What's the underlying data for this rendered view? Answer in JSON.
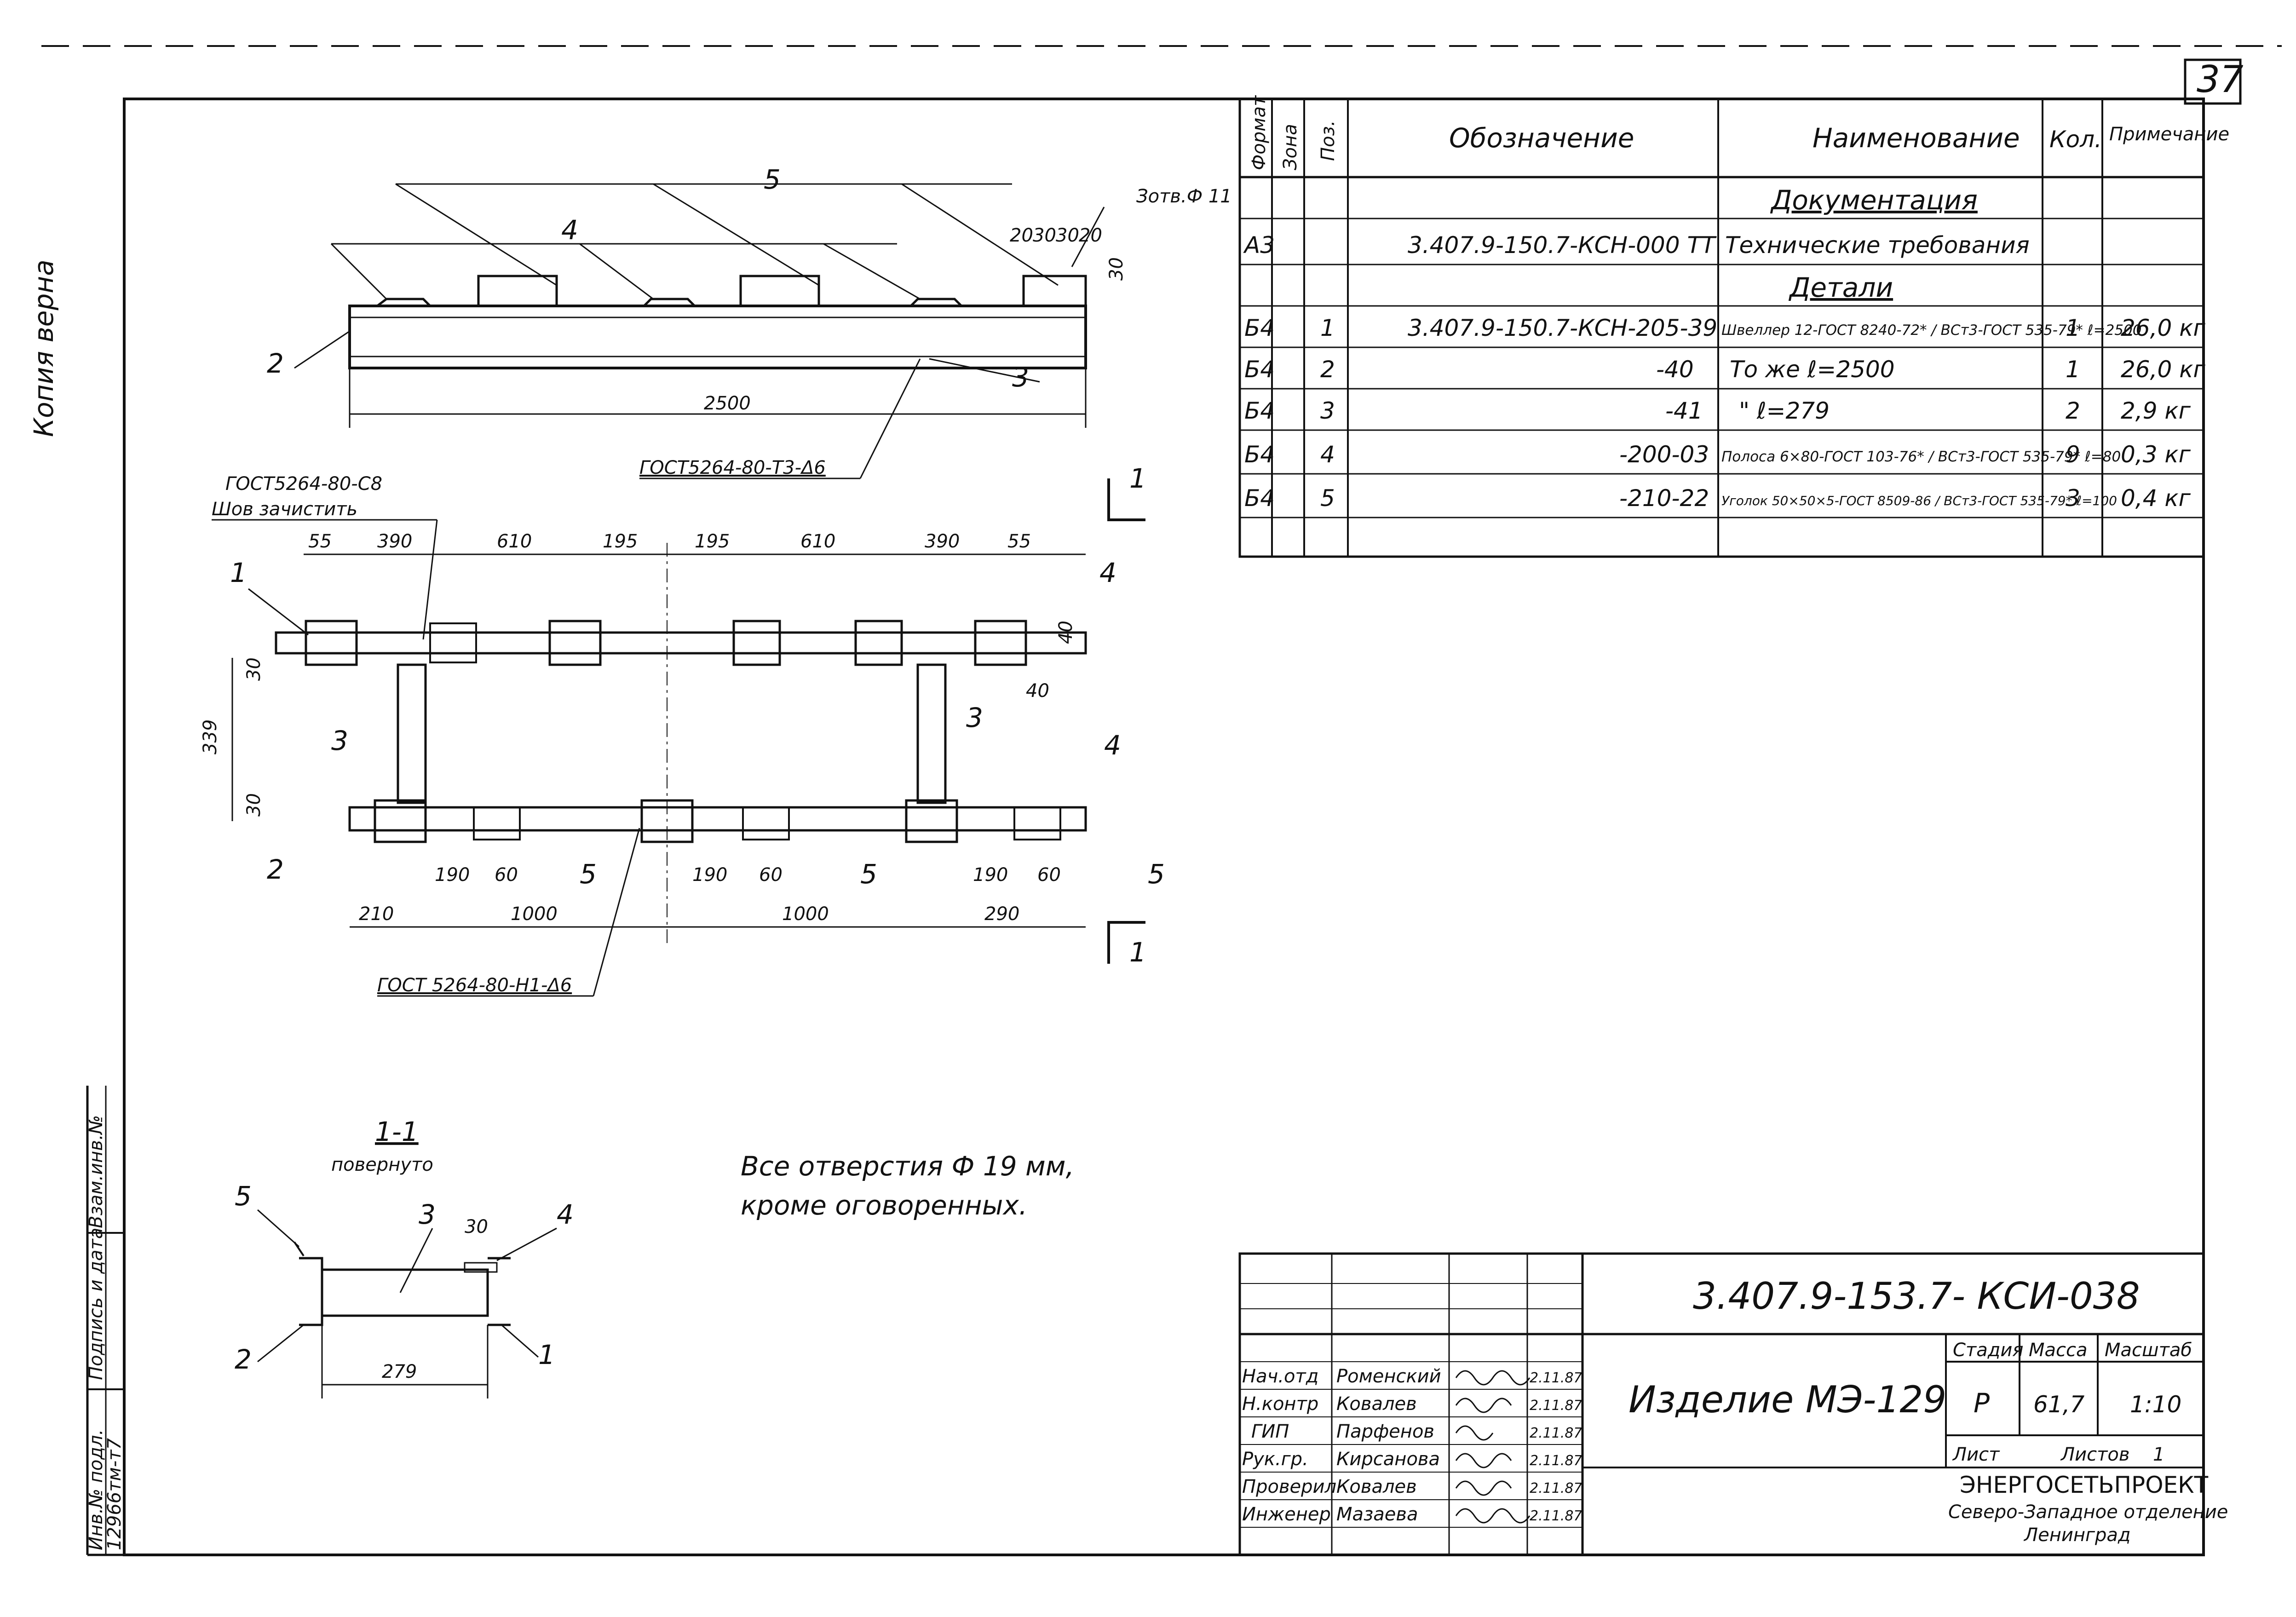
{
  "sheet": {
    "number": "37",
    "side_note": "Копия верна"
  },
  "spec_table": {
    "headers": [
      "Формат",
      "Зона",
      "Поз.",
      "Обозначение",
      "Наименование",
      "Кол.",
      "Примечание"
    ],
    "sections": {
      "documentation": "Документация",
      "details": "Детали"
    },
    "rows": [
      {
        "format": "А3",
        "pos": "",
        "designation": "3.407.9-150.7-КСН-000 ТТ",
        "name": "Технические требования",
        "qty": "",
        "note": ""
      },
      {
        "format": "Б4",
        "pos": "1",
        "designation": "3.407.9-150.7-КСН-205-39",
        "name": "Швеллер 12-ГОСТ 8240-72* / ВСт3-ГОСТ 535-79*  ℓ=2500",
        "qty": "1",
        "note": "26,0 кг"
      },
      {
        "format": "Б4",
        "pos": "2",
        "designation": "-40",
        "name": "То же   ℓ=2500",
        "qty": "1",
        "note": "26,0 кг"
      },
      {
        "format": "Б4",
        "pos": "3",
        "designation": "-41",
        "name": "\"   ℓ=279",
        "qty": "2",
        "note": "2,9 кг"
      },
      {
        "format": "Б4",
        "pos": "4",
        "designation": "-200-03",
        "name": "Полоса 6×80-ГОСТ 103-76* / ВСт3-ГОСТ 535-79*  ℓ=80",
        "qty": "9",
        "note": "0,3 кг"
      },
      {
        "format": "Б4",
        "pos": "5",
        "designation": "-210-22",
        "name": "Уголок 50×50×5-ГОСТ 8509-86 / ВСт3-ГОСТ 535-79*  ℓ=100",
        "qty": "3",
        "note": "0,4 кг"
      }
    ]
  },
  "drawing": {
    "front_view": {
      "top_label": "5",
      "mid_label": "4",
      "hole_note": "Зотв.Ф 11",
      "dims": [
        "20",
        "30",
        "30",
        "20",
        "30"
      ],
      "length": "2500",
      "pos2": "2",
      "pos3": "3",
      "weld": "ГОСТ5264-80-Т3-Δ6"
    },
    "plan_view": {
      "weld_top": "ГОСТ5264-80-С8",
      "weld_top2": "Шов зачистить",
      "top_dims": [
        "55",
        "390",
        "610",
        "195",
        "195",
        "610",
        "390",
        "55"
      ],
      "right_dims": [
        "40",
        "40"
      ],
      "left_dims": [
        "30",
        "339",
        "30"
      ],
      "bottom_dims": [
        "190",
        "60",
        "190",
        "60",
        "190",
        "60"
      ],
      "base_dims": [
        "210",
        "1000",
        "1000",
        "290"
      ],
      "weld_bottom": "ГОСТ 5264-80-Н1-Δ6",
      "positions": [
        "1",
        "3",
        "3",
        "4",
        "4",
        "2",
        "5",
        "5",
        "5"
      ],
      "section_mark": "1"
    },
    "section_view": {
      "title": "1-1",
      "subtitle": "повернуто",
      "labels": [
        "5",
        "3",
        "30",
        "4",
        "2",
        "1"
      ],
      "width": "279"
    },
    "notes": [
      "Все  отверстия  Ф 19 мм,",
      "кроме  оговоренных."
    ]
  },
  "title_block": {
    "code": "3.407.9-153.7- КСИ-038",
    "product": "Изделие  МЭ-129",
    "stage_label": "Стадия",
    "mass_label": "Масса",
    "scale_label": "Масштаб",
    "stage": "Р",
    "mass": "61,7",
    "scale": "1:10",
    "sheet_label": "Лист",
    "sheets_label": "Листов",
    "sheets": "1",
    "org": "ЭНЕРГОСЕТЬПРОЕКТ",
    "org_sub": "Северо-Западное отделение",
    "city": "Ленинград",
    "people": [
      {
        "role": "Нач.отд",
        "name": "Роменский",
        "date": "2.11.87"
      },
      {
        "role": "Н.контр",
        "name": "Ковалев",
        "date": "2.11.87"
      },
      {
        "role": "ГИП",
        "name": "Парфенов",
        "date": "2.11.87"
      },
      {
        "role": "Рук.гр.",
        "name": "Кирсанова",
        "date": "2.11.87"
      },
      {
        "role": "Проверил",
        "name": "Ковалев",
        "date": "2.11.87"
      },
      {
        "role": "Инженер",
        "name": "Мазаева",
        "date": "2.11.87"
      }
    ]
  },
  "left_margin": {
    "inv_label": "Инв.№ подл.",
    "inv_value": "12966тм-т7",
    "sign_label": "Подпись и дата",
    "swap_label": "Взам.инв.№"
  }
}
